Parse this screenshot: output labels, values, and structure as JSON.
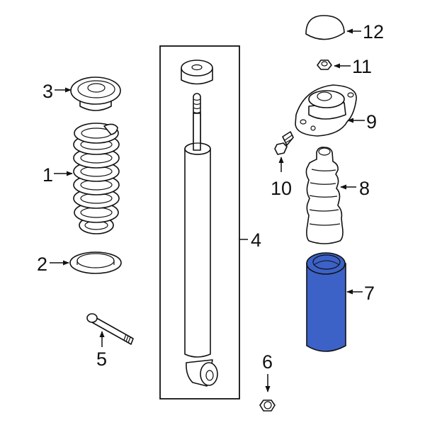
{
  "diagram": {
    "type": "exploded parts diagram",
    "highlight_color": "#3c62c8",
    "line_color": "#111111",
    "background": "#ffffff",
    "callouts": [
      {
        "number": "1",
        "part": "coil-spring"
      },
      {
        "number": "2",
        "part": "lower-spring-seat"
      },
      {
        "number": "3",
        "part": "upper-spring-seat"
      },
      {
        "number": "4",
        "part": "shock-absorber-assembly"
      },
      {
        "number": "5",
        "part": "lower-mount-bolt"
      },
      {
        "number": "6",
        "part": "lower-mount-nut"
      },
      {
        "number": "7",
        "part": "dust-boot",
        "highlighted": true
      },
      {
        "number": "8",
        "part": "bump-stop"
      },
      {
        "number": "9",
        "part": "upper-mount"
      },
      {
        "number": "10",
        "part": "upper-mount-bolt"
      },
      {
        "number": "11",
        "part": "upper-nut"
      },
      {
        "number": "12",
        "part": "cap"
      }
    ]
  }
}
